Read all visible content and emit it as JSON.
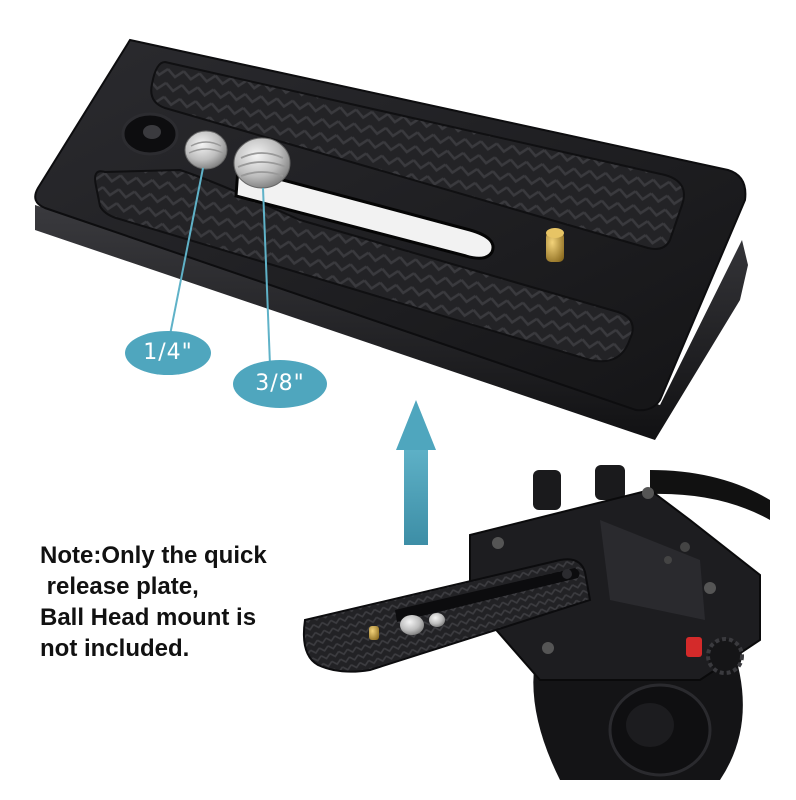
{
  "labels": {
    "quarter_inch": "1/4\"",
    "three_eighth_inch": "3/8\""
  },
  "note": {
    "line1": "Note:Only the quick",
    "line2": " release plate,",
    "line3": "Ball Head mount is",
    "line4": "not included."
  },
  "colors": {
    "accent_bubble": "#4fa6be",
    "plate_body": "#1c1c1e",
    "brass_pin": "#c9a03c"
  }
}
